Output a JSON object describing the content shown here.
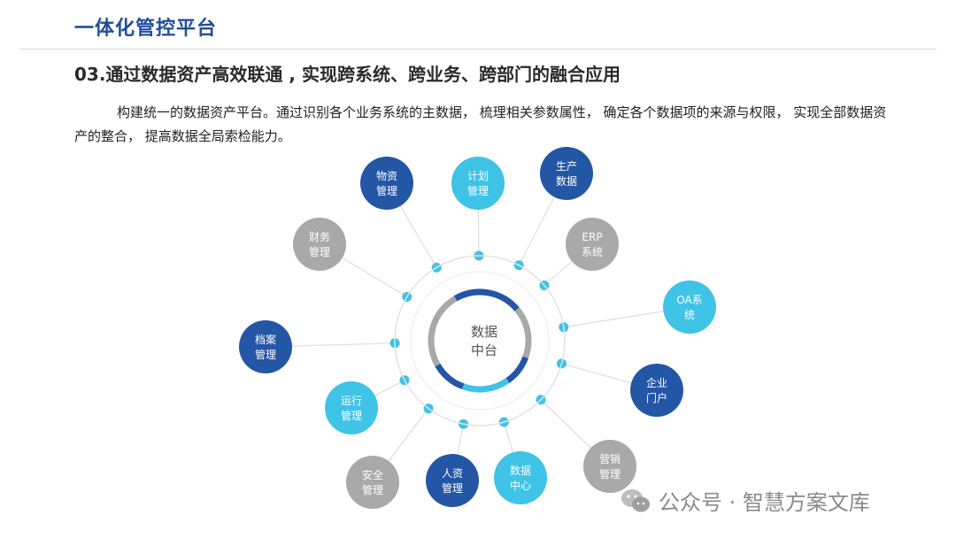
{
  "header": {
    "title": "一体化管控平台"
  },
  "section": {
    "heading": "03.通过数据资产高效联通 , 实现跨系统、跨业务、跨部门的融合应用"
  },
  "intro": {
    "text": "构建统一的数据资产平台。通过识别各个业务系统的主数据， 梳理相关参数属性， 确定各个数据项的来源与权限， 实现全部数据资产的整合， 提高数据全局索检能力。"
  },
  "colors": {
    "dark_blue": "#2456a6",
    "light_blue": "#3fc3e6",
    "gray": "#a9a9a9",
    "title_blue": "#1f4e9c"
  },
  "diagram": {
    "center": {
      "line1": "数据",
      "line2": "中台"
    },
    "nodes": [
      {
        "id": "wuzi",
        "lines": [
          "物资",
          "管理"
        ],
        "color": "dark_blue"
      },
      {
        "id": "jihua",
        "lines": [
          "计划",
          "管理"
        ],
        "color": "light_blue"
      },
      {
        "id": "shengchan",
        "lines": [
          "生产",
          "数据"
        ],
        "color": "dark_blue"
      },
      {
        "id": "erp",
        "lines": [
          "ERP",
          "系统"
        ],
        "color": "gray"
      },
      {
        "id": "oa",
        "lines": [
          "OA系",
          "统"
        ],
        "color": "light_blue"
      },
      {
        "id": "qiye",
        "lines": [
          "企业",
          "门户"
        ],
        "color": "dark_blue"
      },
      {
        "id": "yingxiao",
        "lines": [
          "营销",
          "管理"
        ],
        "color": "gray"
      },
      {
        "id": "shuju",
        "lines": [
          "数据",
          "中心"
        ],
        "color": "light_blue"
      },
      {
        "id": "renzi",
        "lines": [
          "人资",
          "管理"
        ],
        "color": "dark_blue"
      },
      {
        "id": "anquan",
        "lines": [
          "安全",
          "管理"
        ],
        "color": "gray"
      },
      {
        "id": "yunxing",
        "lines": [
          "运行",
          "管理"
        ],
        "color": "light_blue"
      },
      {
        "id": "dangan",
        "lines": [
          "档案",
          "管理"
        ],
        "color": "dark_blue"
      },
      {
        "id": "caiwu",
        "lines": [
          "财务",
          "管理"
        ],
        "color": "gray"
      }
    ]
  },
  "watermark": {
    "text": "公众号 · 智慧方案文库",
    "icon": "wechat-icon"
  }
}
